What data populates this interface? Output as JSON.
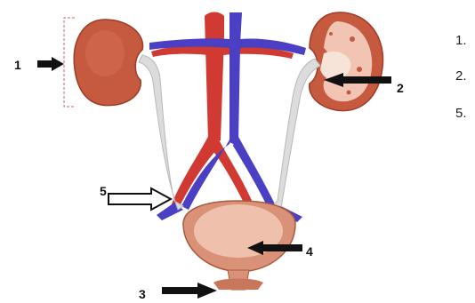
{
  "diagram": {
    "labels": {
      "l1": "1",
      "l2": "2",
      "l3": "3",
      "l4": "4",
      "l5": "5"
    },
    "side_list": [
      "1.",
      "2.",
      "5."
    ]
  },
  "colors": {
    "kidney": "#c65a3e",
    "kidney_inner": "#f2c4b4",
    "aorta": "#d13a32",
    "vein": "#4b3fc4",
    "ureter": "#dcdcdc",
    "bladder": "#d99277",
    "bladder_inner": "#efc1ad",
    "arrow": "#111111"
  }
}
